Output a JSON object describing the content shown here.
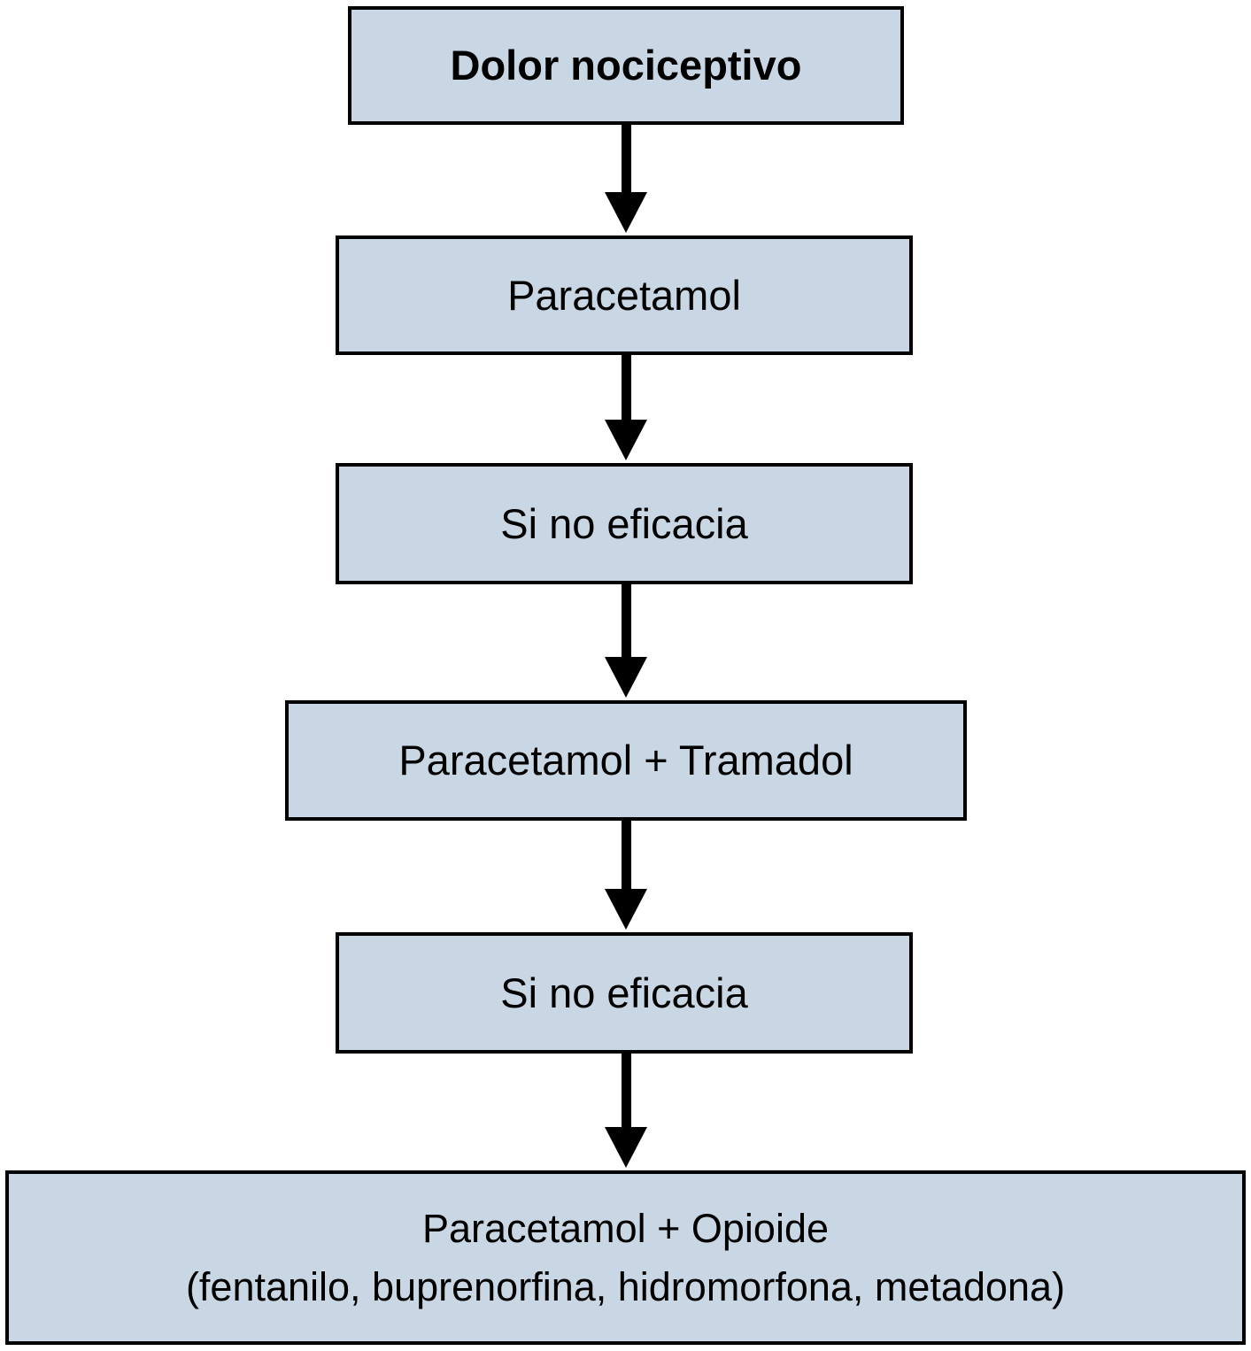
{
  "figure": {
    "type": "flowchart",
    "title": "Dolor nociceptivo treatment algorithm",
    "colors": {
      "box_fill": "#c9d6e3",
      "box_border": "#000000",
      "arrow": "#000000",
      "text": "#000000",
      "background": "#ffffff"
    },
    "nodes": [
      {
        "id": "dolor-nociceptivo",
        "label": "Dolor nociceptivo",
        "bold": true
      },
      {
        "id": "paracetamol",
        "label": "Paracetamol"
      },
      {
        "id": "si-no-eficacia-1",
        "label": "Si no eficacia"
      },
      {
        "id": "paracetamol-tramadol",
        "label": "Paracetamol + Tramadol"
      },
      {
        "id": "si-no-eficacia-2",
        "label": "Si no eficacia"
      },
      {
        "id": "paracetamol-opioide",
        "label_line1": "Paracetamol + Opioide",
        "label_line2": "(fentanilo, buprenorfina, hidromorfona, metadona)"
      }
    ],
    "connectors": [
      {
        "from": "dolor-nociceptivo",
        "to": "paracetamol",
        "direction": "down"
      },
      {
        "from": "paracetamol",
        "to": "si-no-eficacia-1",
        "direction": "down"
      },
      {
        "from": "si-no-eficacia-1",
        "to": "paracetamol-tramadol",
        "direction": "down"
      },
      {
        "from": "paracetamol-tramadol",
        "to": "si-no-eficacia-2",
        "direction": "down"
      },
      {
        "from": "si-no-eficacia-2",
        "to": "paracetamol-opioide",
        "direction": "down"
      }
    ]
  }
}
